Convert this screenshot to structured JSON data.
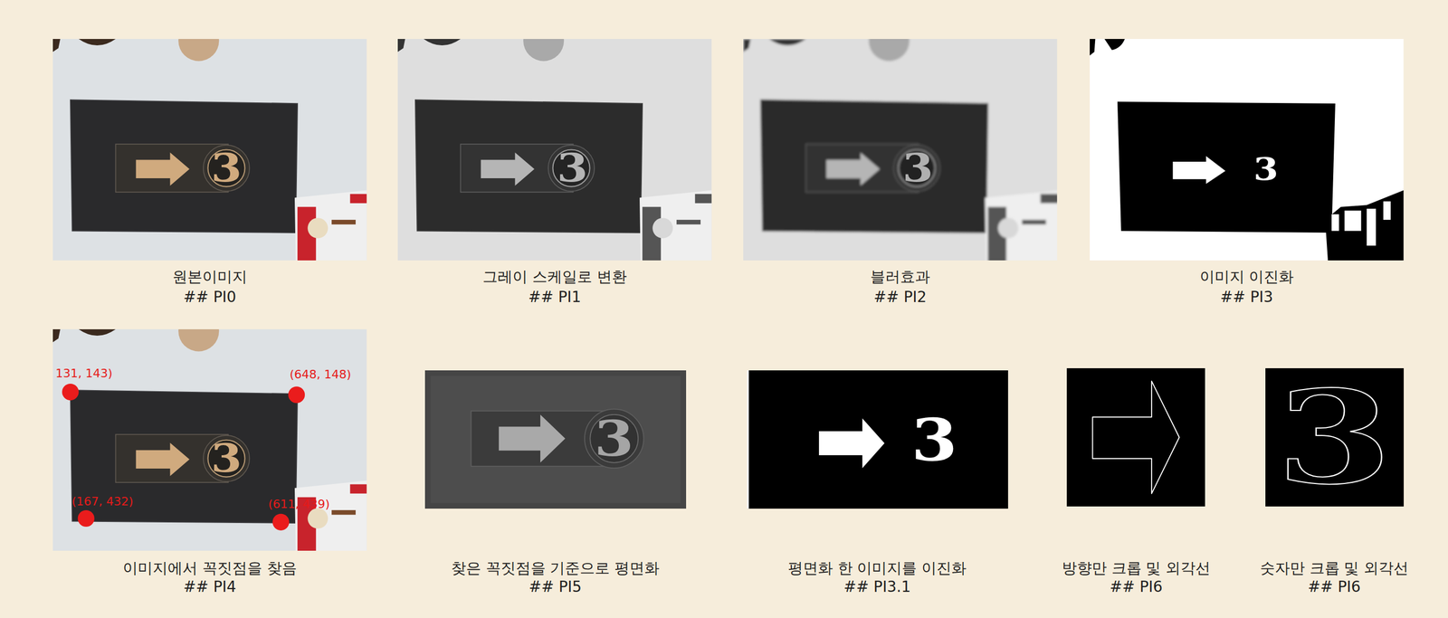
{
  "diagram": {
    "labels": [
      "3",
      "원본이미지",
      "## PI0",
      "3",
      "그레이 스케일로 변환",
      "## PI1",
      "3",
      "블러효과",
      "## PI2",
      "3",
      "이미지 이진화",
      "## PI3",
      "131, 143)",
      "(648, 148)",
      "3",
      "(167, 432)",
      "(611, 439)",
      "이미지에서 꼭짓점을 찾음",
      "## PI4",
      "3",
      "찾은 꼭짓점을 기준으로 평면화",
      "## PI5",
      "3",
      "평면화 한 이미지를 이진화",
      "## PI3.1",
      "방향만 크롭 및 외각선",
      "## PI6",
      "3",
      "숫자만 크롭 및 외각선",
      "## PI6"
    ]
  }
}
